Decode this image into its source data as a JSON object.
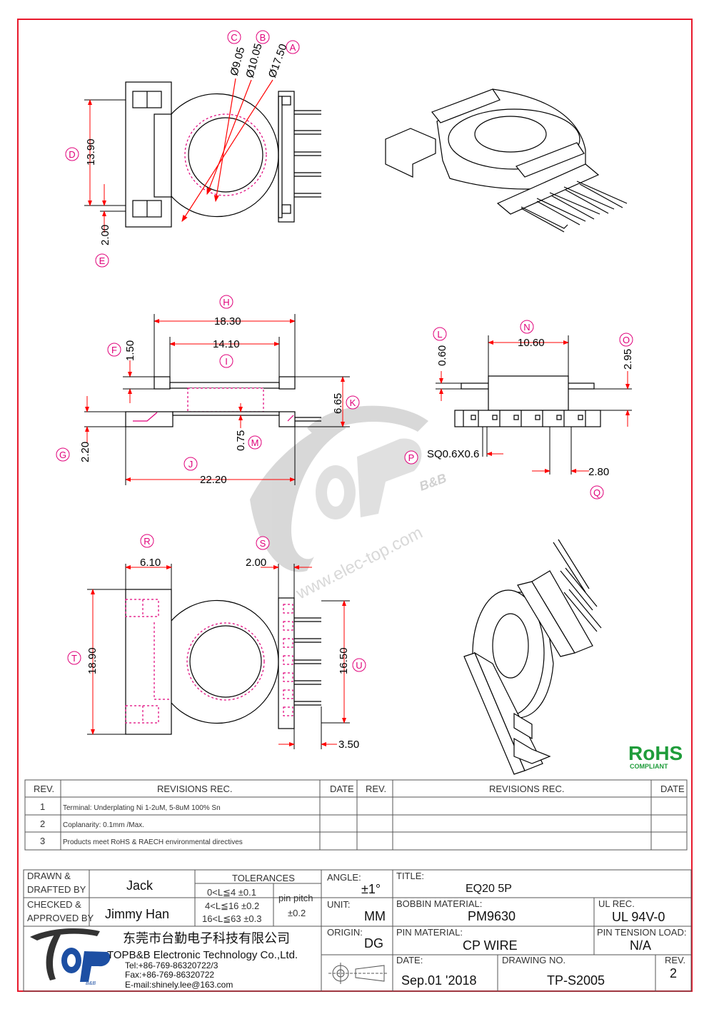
{
  "labels": {
    "A": "A",
    "B": "B",
    "C": "C",
    "D": "D",
    "E": "E",
    "F": "F",
    "G": "G",
    "H": "H",
    "I": "I",
    "J": "J",
    "K": "K",
    "L": "L",
    "M": "M",
    "N": "N",
    "O": "O",
    "P": "P",
    "Q": "Q",
    "R": "R",
    "S": "S",
    "T": "T",
    "U": "U"
  },
  "dims": {
    "phi905": "Ø9.05",
    "phi1005": "Ø10.05",
    "phi1750": "Ø17.50",
    "d1390": "13.90",
    "d200": "2.00",
    "d1830": "18.30",
    "d1410": "14.10",
    "d150": "1.50",
    "d665": "6.65",
    "d220": "2.20",
    "d075": "0.75",
    "d2220": "22.20",
    "d060": "0.60",
    "d1060": "10.60",
    "d295": "2.95",
    "sq": "SQ0.6X0.6",
    "d280": "2.80",
    "d610": "6.10",
    "d200b": "2.00",
    "d1890": "18.90",
    "d1650": "16.50",
    "d350": "3.50"
  },
  "watermark": {
    "brand": "B&B",
    "url": "www.elec-top.com"
  },
  "rohs": {
    "mark": "RoHS",
    "sub": "COMPLIANT"
  },
  "revisions": {
    "headers": {
      "rev": "REV.",
      "rec": "REVISIONS   REC.",
      "date": "DATE"
    },
    "rows": [
      {
        "rev": "1",
        "text": "Terminal: Underplating Ni 1-2uM, 5-8uM 100% Sn"
      },
      {
        "rev": "2",
        "text": "Coplanarity: 0.1mm  /Max."
      },
      {
        "rev": "3",
        "text": "Products meet RoHS & RAECH environmental directives"
      }
    ]
  },
  "titleblock": {
    "drawn_label1": "DRAWN &",
    "drawn_label2": "DRAFTED BY",
    "drawn_value": "Jack",
    "checked_label1": "CHECKED &",
    "checked_label2": "APPROVED BY",
    "checked_value": "Jimmy Han",
    "tol_title": "TOLERANCES",
    "tol1": "0<L≦4    ±0.1",
    "tol2": "4<L≦16  ±0.2",
    "tol3": "16<L≦63  ±0.3",
    "pin_pitch": "pin pitch",
    "pin_pitch_tol": "±0.2",
    "angle_label": "ANGLE:",
    "angle_value": "±1°",
    "unit_label": "UNIT:",
    "unit_value": "MM",
    "origin_label": "ORIGIN:",
    "origin_value": "DG",
    "title_label": "TITLE:",
    "title_value": "EQ20  5P",
    "bobbin_label": "BOBBIN MATERIAL:",
    "bobbin_value": "PM9630",
    "ul_label": "UL REC.",
    "ul_value": "UL 94V-0",
    "pinmat_label": "PIN MATERIAL:",
    "pinmat_value": "CP WIRE",
    "tension_label": "PIN TENSION LOAD:",
    "tension_value": "N/A",
    "date_label": "DATE:",
    "date_value": "Sep.01 '2018",
    "dwg_label": "DRAWING NO.",
    "dwg_value": "TP-S2005",
    "rev_label": "REV.",
    "rev_value": "2",
    "company_cn": "东莞市台勤电子科技有限公司",
    "company_en": "TOPB&B Electronic Technology Co.,Ltd.",
    "tel": "Tel:+86-769-86320722/3",
    "fax": "Fax:+86-769-86320722",
    "email": "E-mail:shinely.lee@163.com",
    "logo_sub": "B&B"
  },
  "colors": {
    "border": "#e8192c",
    "label": "#e0007a",
    "dim": "#ff0000",
    "line": "#000000"
  }
}
